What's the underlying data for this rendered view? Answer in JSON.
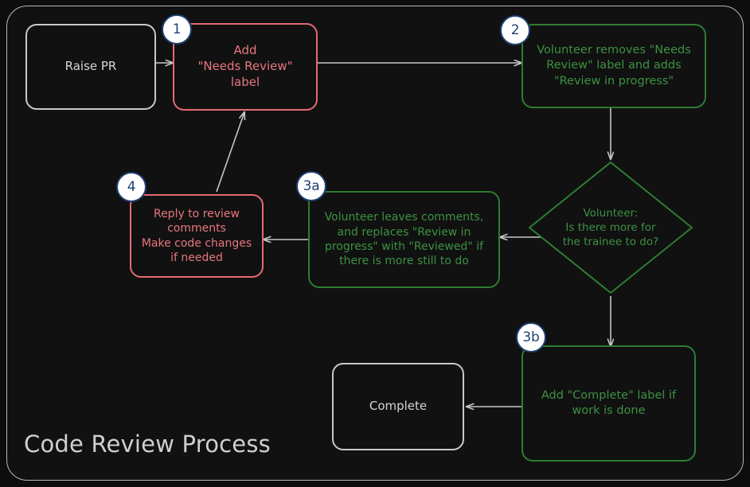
{
  "diagram": {
    "title": "Code Review Process",
    "frame_border_color": "#b9b9b9",
    "background_color": "#111111",
    "colors": {
      "gray": "#c9c9c9",
      "red": "#e8767e",
      "green": "#3d9142",
      "badge_ring": "#1d3f72",
      "badge_fill": "#ffffff",
      "arrow": "#c8c8c8",
      "title": "#cfcfcf"
    },
    "nodes": [
      {
        "id": "raise-pr",
        "label": "Raise PR",
        "shape": "rounded-rect",
        "color": "gray",
        "badge": null
      },
      {
        "id": "add-needs-review-label",
        "label": "Add\n\"Needs Review\"\nlabel",
        "shape": "rounded-rect",
        "color": "red",
        "badge": "1"
      },
      {
        "id": "volunteer-removes-needs-review",
        "label": "Volunteer removes \"Needs\nReview\" label and adds\n\"Review in progress\"",
        "shape": "rounded-rect",
        "color": "green",
        "badge": "2"
      },
      {
        "id": "volunteer-decision",
        "label": "Volunteer:\nIs there more for\nthe trainee to do?",
        "shape": "diamond",
        "color": "green",
        "badge": null
      },
      {
        "id": "volunteer-leaves-comments",
        "label": "Volunteer leaves comments,\nand replaces \"Review in\nprogress\" with \"Reviewed\" if\nthere is more still to do",
        "shape": "rounded-rect",
        "color": "green",
        "badge": "3a"
      },
      {
        "id": "reply-to-review-comments",
        "label": "Reply to review\ncomments\nMake code changes\nif needed",
        "shape": "rounded-rect",
        "color": "red",
        "badge": "4"
      },
      {
        "id": "add-complete-label",
        "label": "Add \"Complete\" label if\nwork is done",
        "shape": "rounded-rect",
        "color": "green",
        "badge": "3b"
      },
      {
        "id": "complete",
        "label": "Complete",
        "shape": "rounded-rect",
        "color": "gray",
        "badge": null
      }
    ],
    "edges": [
      {
        "from": "raise-pr",
        "to": "add-needs-review-label",
        "label": ""
      },
      {
        "from": "add-needs-review-label",
        "to": "volunteer-removes-needs-review",
        "label": ""
      },
      {
        "from": "volunteer-removes-needs-review",
        "to": "volunteer-decision",
        "label": ""
      },
      {
        "from": "volunteer-decision",
        "to": "volunteer-leaves-comments",
        "label": ""
      },
      {
        "from": "volunteer-leaves-comments",
        "to": "reply-to-review-comments",
        "label": ""
      },
      {
        "from": "reply-to-review-comments",
        "to": "add-needs-review-label",
        "label": ""
      },
      {
        "from": "volunteer-decision",
        "to": "add-complete-label",
        "label": ""
      },
      {
        "from": "add-complete-label",
        "to": "complete",
        "label": ""
      }
    ],
    "badges": [
      {
        "id": "1",
        "text": "1"
      },
      {
        "id": "2",
        "text": "2"
      },
      {
        "id": "3a",
        "text": "3a"
      },
      {
        "id": "3b",
        "text": "3b"
      },
      {
        "id": "4",
        "text": "4"
      }
    ]
  }
}
